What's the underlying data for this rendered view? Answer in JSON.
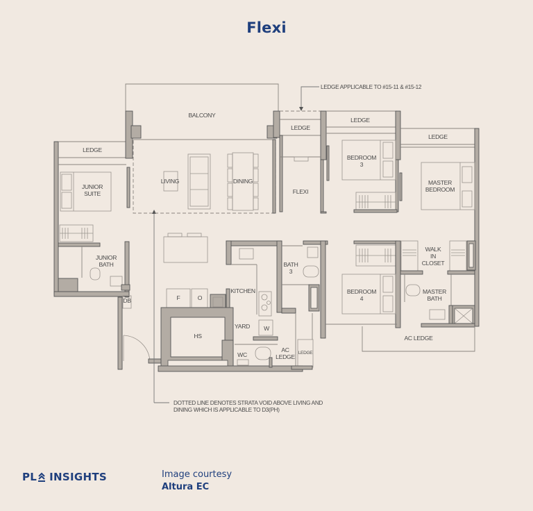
{
  "title": "Flexi",
  "rooms": {
    "balcony": "BALCONY",
    "ledge_left": "LEDGE",
    "ledge_flexi": "LEDGE",
    "ledge_bed3": "LEDGE",
    "ledge_master": "LEDGE",
    "junior_suite_1": "JUNIOR",
    "junior_suite_2": "SUITE",
    "living": "LIVING",
    "dining": "DINING",
    "flexi": "FLEXI",
    "bedroom3_1": "BEDROOM",
    "bedroom3_2": "3",
    "master_bedroom_1": "MASTER",
    "master_bedroom_2": "BEDROOM",
    "junior_bath_1": "JUNIOR",
    "junior_bath_2": "BATH",
    "db": "DB",
    "kitchen": "KITCHEN",
    "fridge": "F",
    "oven": "O",
    "bath3_1": "BATH",
    "bath3_2": "3",
    "walk_in_closet_1": "WALK",
    "walk_in_closet_2": "IN",
    "walk_in_closet_3": "CLOSET",
    "bedroom4_1": "BEDROOM",
    "bedroom4_2": "4",
    "master_bath_1": "MASTER",
    "master_bath_2": "BATH",
    "yard": "YARD",
    "washer": "W",
    "hs": "HS",
    "wc": "WC",
    "ac_ledge_small_1": "AC",
    "ac_ledge_small_2": "LEDGE",
    "ledge_small": "LEDGE",
    "ac_ledge_large": "AC LEDGE"
  },
  "notes": {
    "ledge_applicable": "LEDGE APPLICABLE TO #15-11 & #15-12",
    "strata_void_1": "DOTTED LINE DENOTES STRATA VOID ABOVE LIVING AND",
    "strata_void_2": "DINING WHICH IS APPLICABLE TO D3(PH)"
  },
  "footer": {
    "logo_left": "PL",
    "logo_right": "INSIGHTS",
    "credit_line1": "Image courtesy",
    "credit_line2": "Altura EC"
  },
  "colors": {
    "background": "#f1e9e1",
    "brand_blue": "#1f3f7d",
    "wall_fill": "#b3aca4",
    "wall_stroke": "#555555",
    "line": "#8a8580"
  }
}
